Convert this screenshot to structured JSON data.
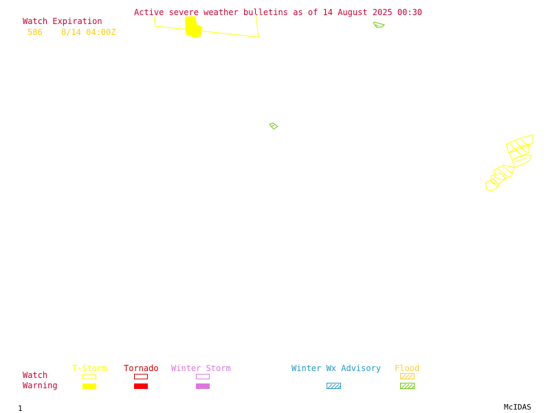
{
  "title": "Active severe weather bulletins as of 14 August 2025 00:30",
  "watch_expiration": {
    "heading": "Watch Expiration",
    "entries": [
      {
        "number": "586",
        "expires": "8/14 04:00Z"
      }
    ]
  },
  "legend": {
    "row_labels": {
      "watch": "Watch",
      "warning": "Warning"
    },
    "categories": [
      {
        "label": "T-Storm",
        "color": "#ffff00"
      },
      {
        "label": "Tornado",
        "color": "#ff0000"
      },
      {
        "label": "Winter Storm",
        "color": "#dd77dd"
      },
      {
        "label": "Winter Wx Advisory",
        "color": "#2299cc"
      },
      {
        "label": "Flood",
        "color": "#ffcc33"
      }
    ],
    "flood_warning_color": "#66cc00"
  },
  "footer": {
    "frame_number": "1",
    "software": "McIDAS"
  },
  "colors": {
    "title_text": "#cc0033",
    "watch_entry_text": "#ffcc00",
    "watch_outline": "#ffff00",
    "flood_warning": "#66cc00"
  }
}
